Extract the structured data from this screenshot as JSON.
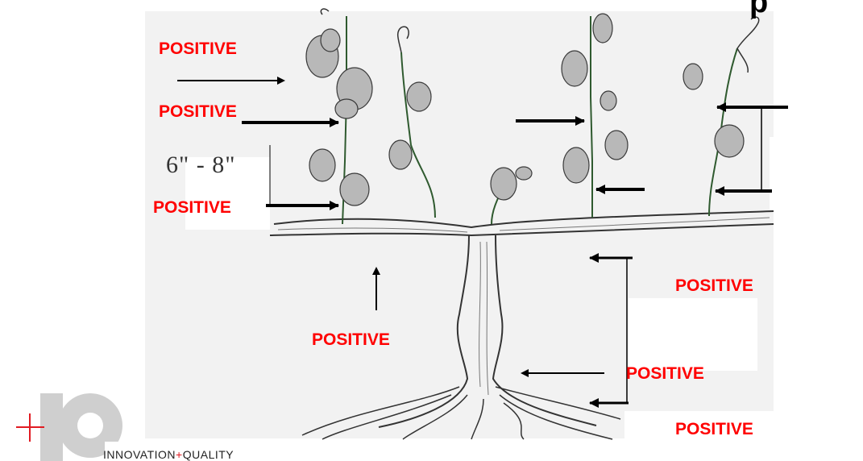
{
  "slide": {
    "title_fragment": "p"
  },
  "diagram": {
    "scale_label": "6\" - 8\"",
    "labels": [
      {
        "id": "left-top",
        "text": "POSITIVE"
      },
      {
        "id": "left-middle",
        "text": "POSITIVE"
      },
      {
        "id": "left-bottom",
        "text": "POSITIVE"
      },
      {
        "id": "under-cordon",
        "text": "POSITIVE"
      },
      {
        "id": "right-upper",
        "text": "POSITIVE"
      },
      {
        "id": "right-middle",
        "text": "POSITIVE"
      },
      {
        "id": "right-lower",
        "text": "POSITIVE"
      }
    ],
    "label_color": "#ff0000"
  },
  "logo": {
    "word1": "INNOVATION",
    "plus": "+",
    "word2": "QUALITY",
    "accent": "#e11b22"
  }
}
